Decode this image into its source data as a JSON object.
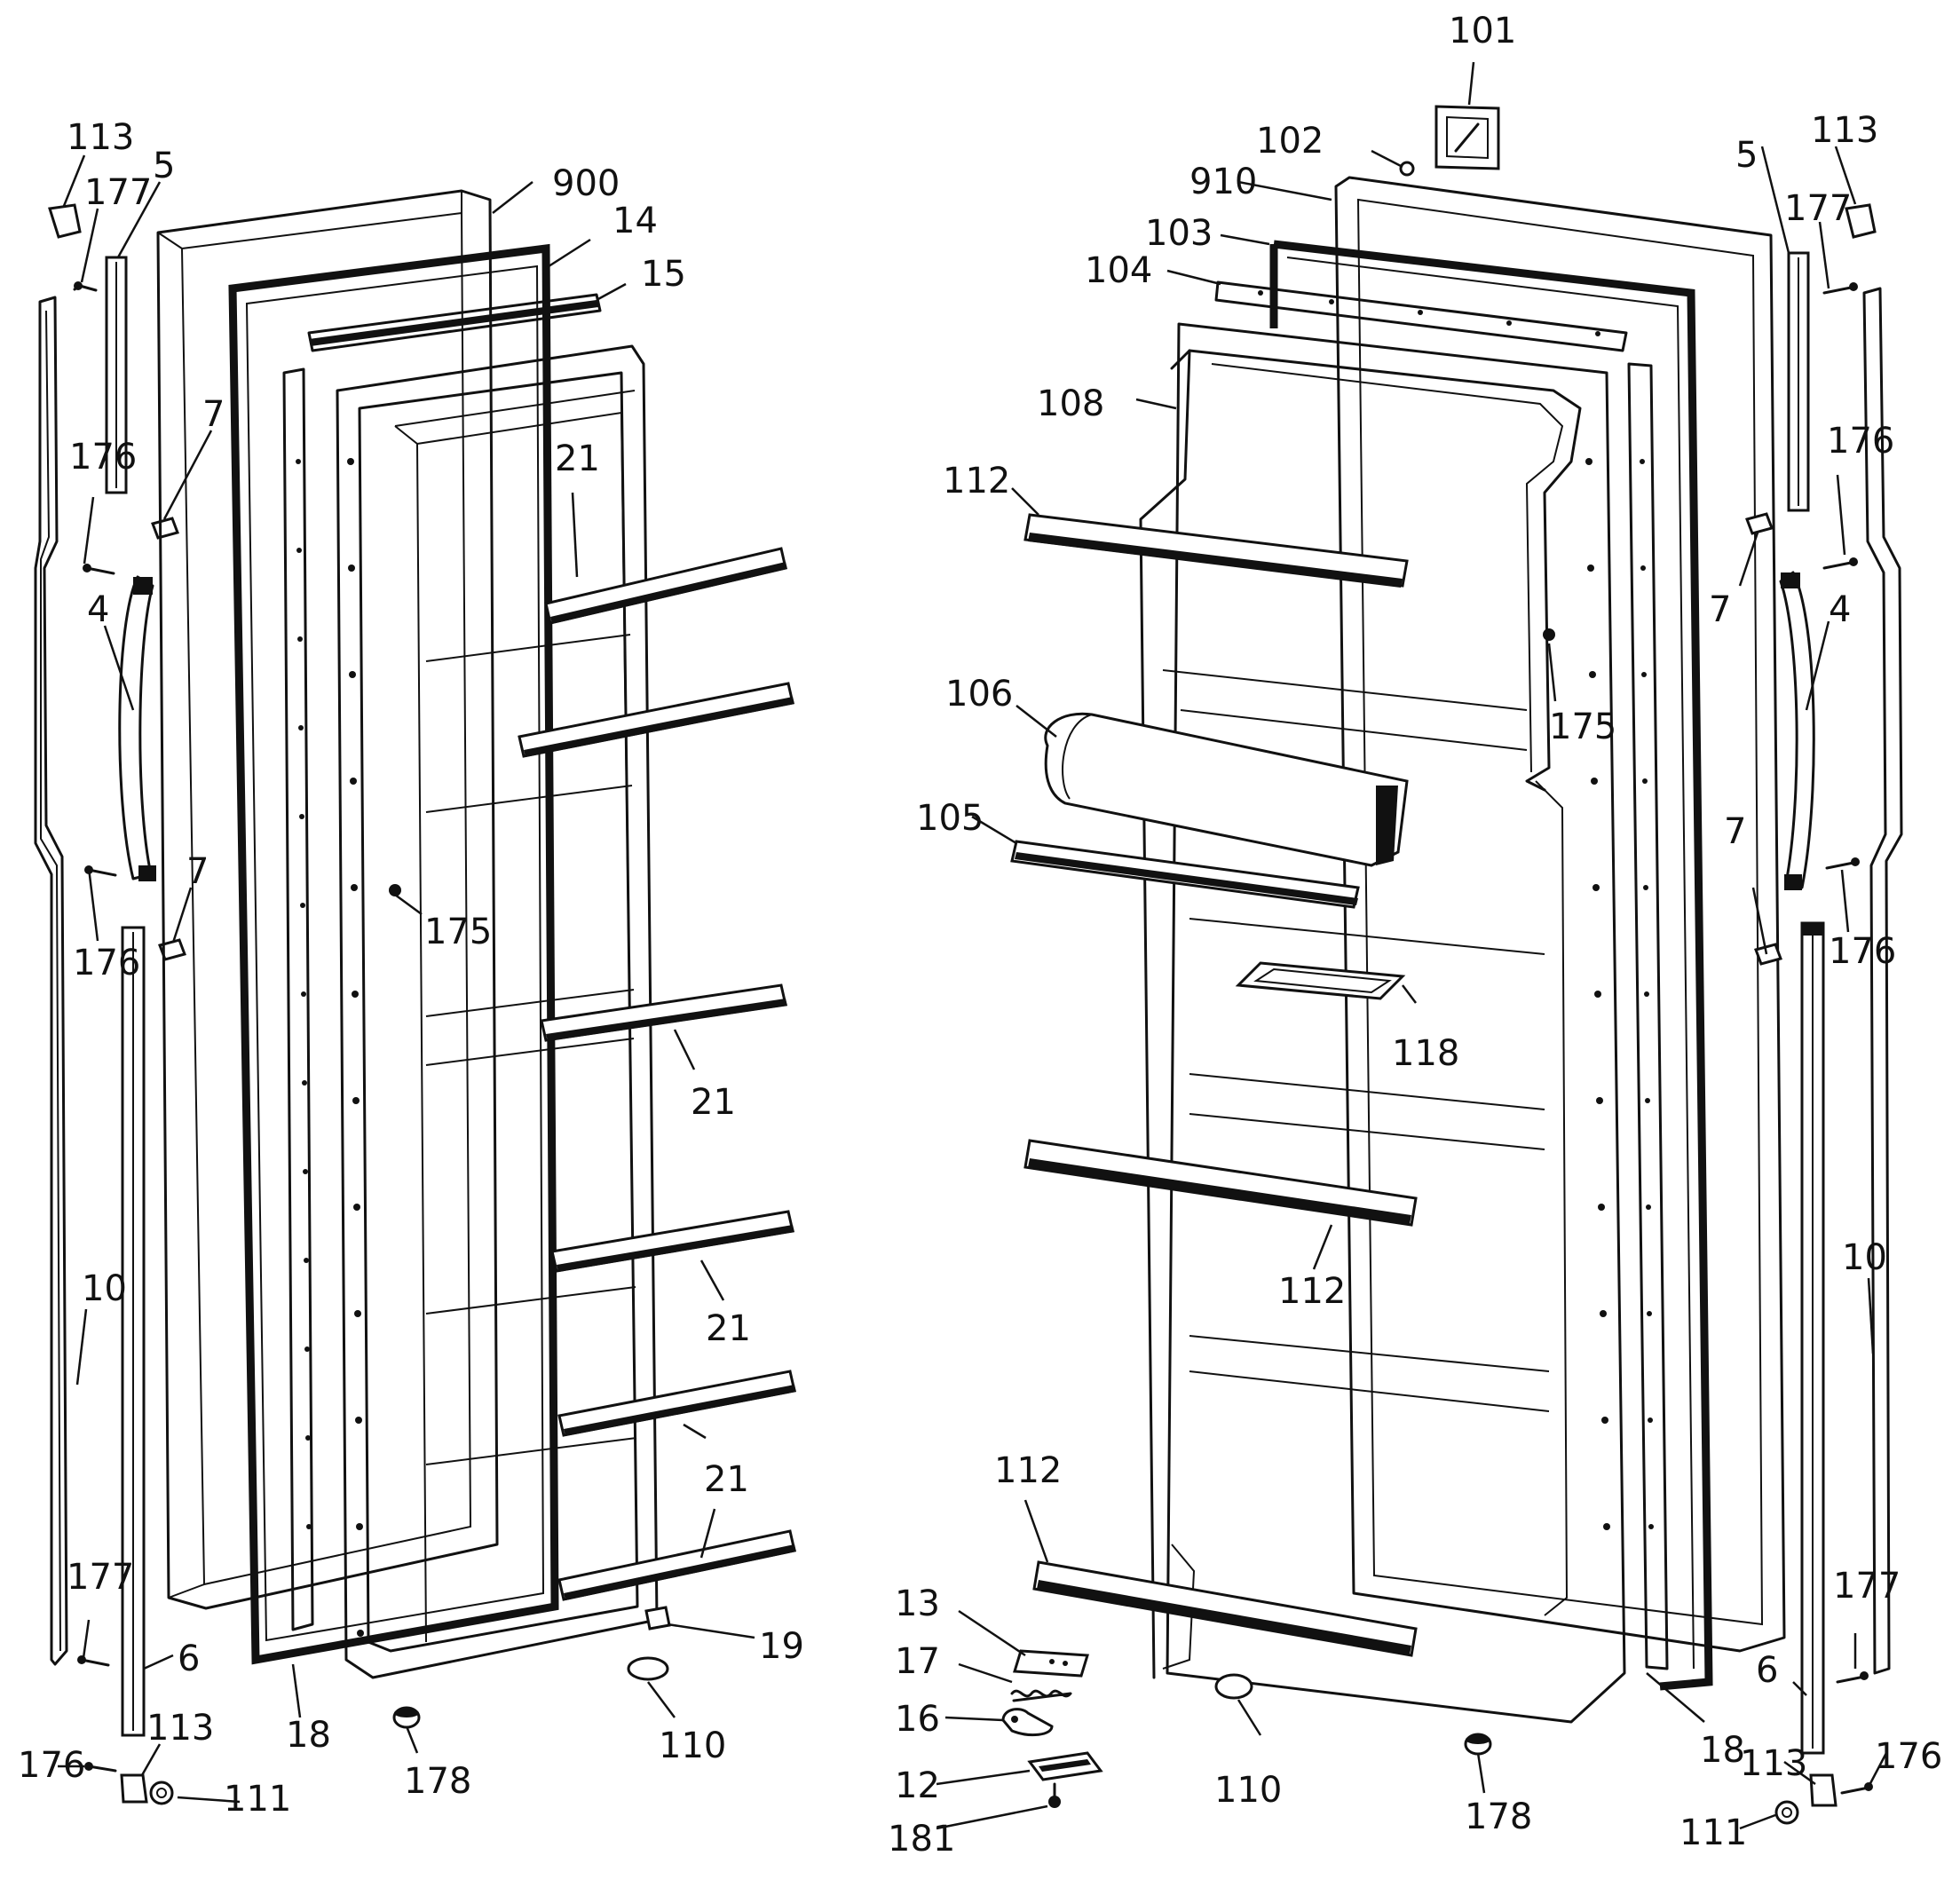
{
  "diagram": {
    "left_door_labels": {
      "handle_end_cap_top": "113",
      "screw_top": "177",
      "trim_top": "5",
      "clip_upper": "7",
      "screw_upper": "176",
      "handle": "4",
      "screw_lower": "176",
      "clip_lower": "7",
      "handle_trim": "10",
      "screw_bottom": "177",
      "trim_bottom": "6",
      "screw_base": "176",
      "end_cap_bottom": "113",
      "nut": "111",
      "door_panel": "900",
      "gasket": "14",
      "breaker_strip": "15",
      "shelf_bar_top": "21",
      "shelf_bar_a": "21",
      "shelf_bar_b": "21",
      "shelf_bar_c": "21",
      "plug": "175",
      "hinge_strip": "18",
      "bushing": "178",
      "cap": "110",
      "stop": "19"
    },
    "right_door_labels": {
      "dispenser": "101",
      "screw": "102",
      "door_panel": "910",
      "gasket": "103",
      "breaker_strip": "104",
      "door_liner": "108",
      "shelf_bar_top": "112",
      "dairy_door": "106",
      "dairy_rail": "105",
      "plug": "175",
      "tray": "118",
      "shelf_bar_mid": "112",
      "shelf_bar_bottom": "112",
      "hinge_bracket": "13",
      "spring": "17",
      "cam": "16",
      "hinge": "12",
      "screw_hinge": "181",
      "cap": "110",
      "bushing": "178",
      "hinge_strip": "18",
      "end_cap_top": "113",
      "trim_top": "5",
      "screw_top": "177",
      "clip_upper": "7",
      "screw_upper": "176",
      "handle": "4",
      "clip_lower": "7",
      "screw_lower": "176",
      "handle_trim": "10",
      "screw_bottom": "177",
      "trim_bottom": "6",
      "screw_base": "176",
      "end_cap_bottom": "113",
      "nut": "111"
    }
  }
}
